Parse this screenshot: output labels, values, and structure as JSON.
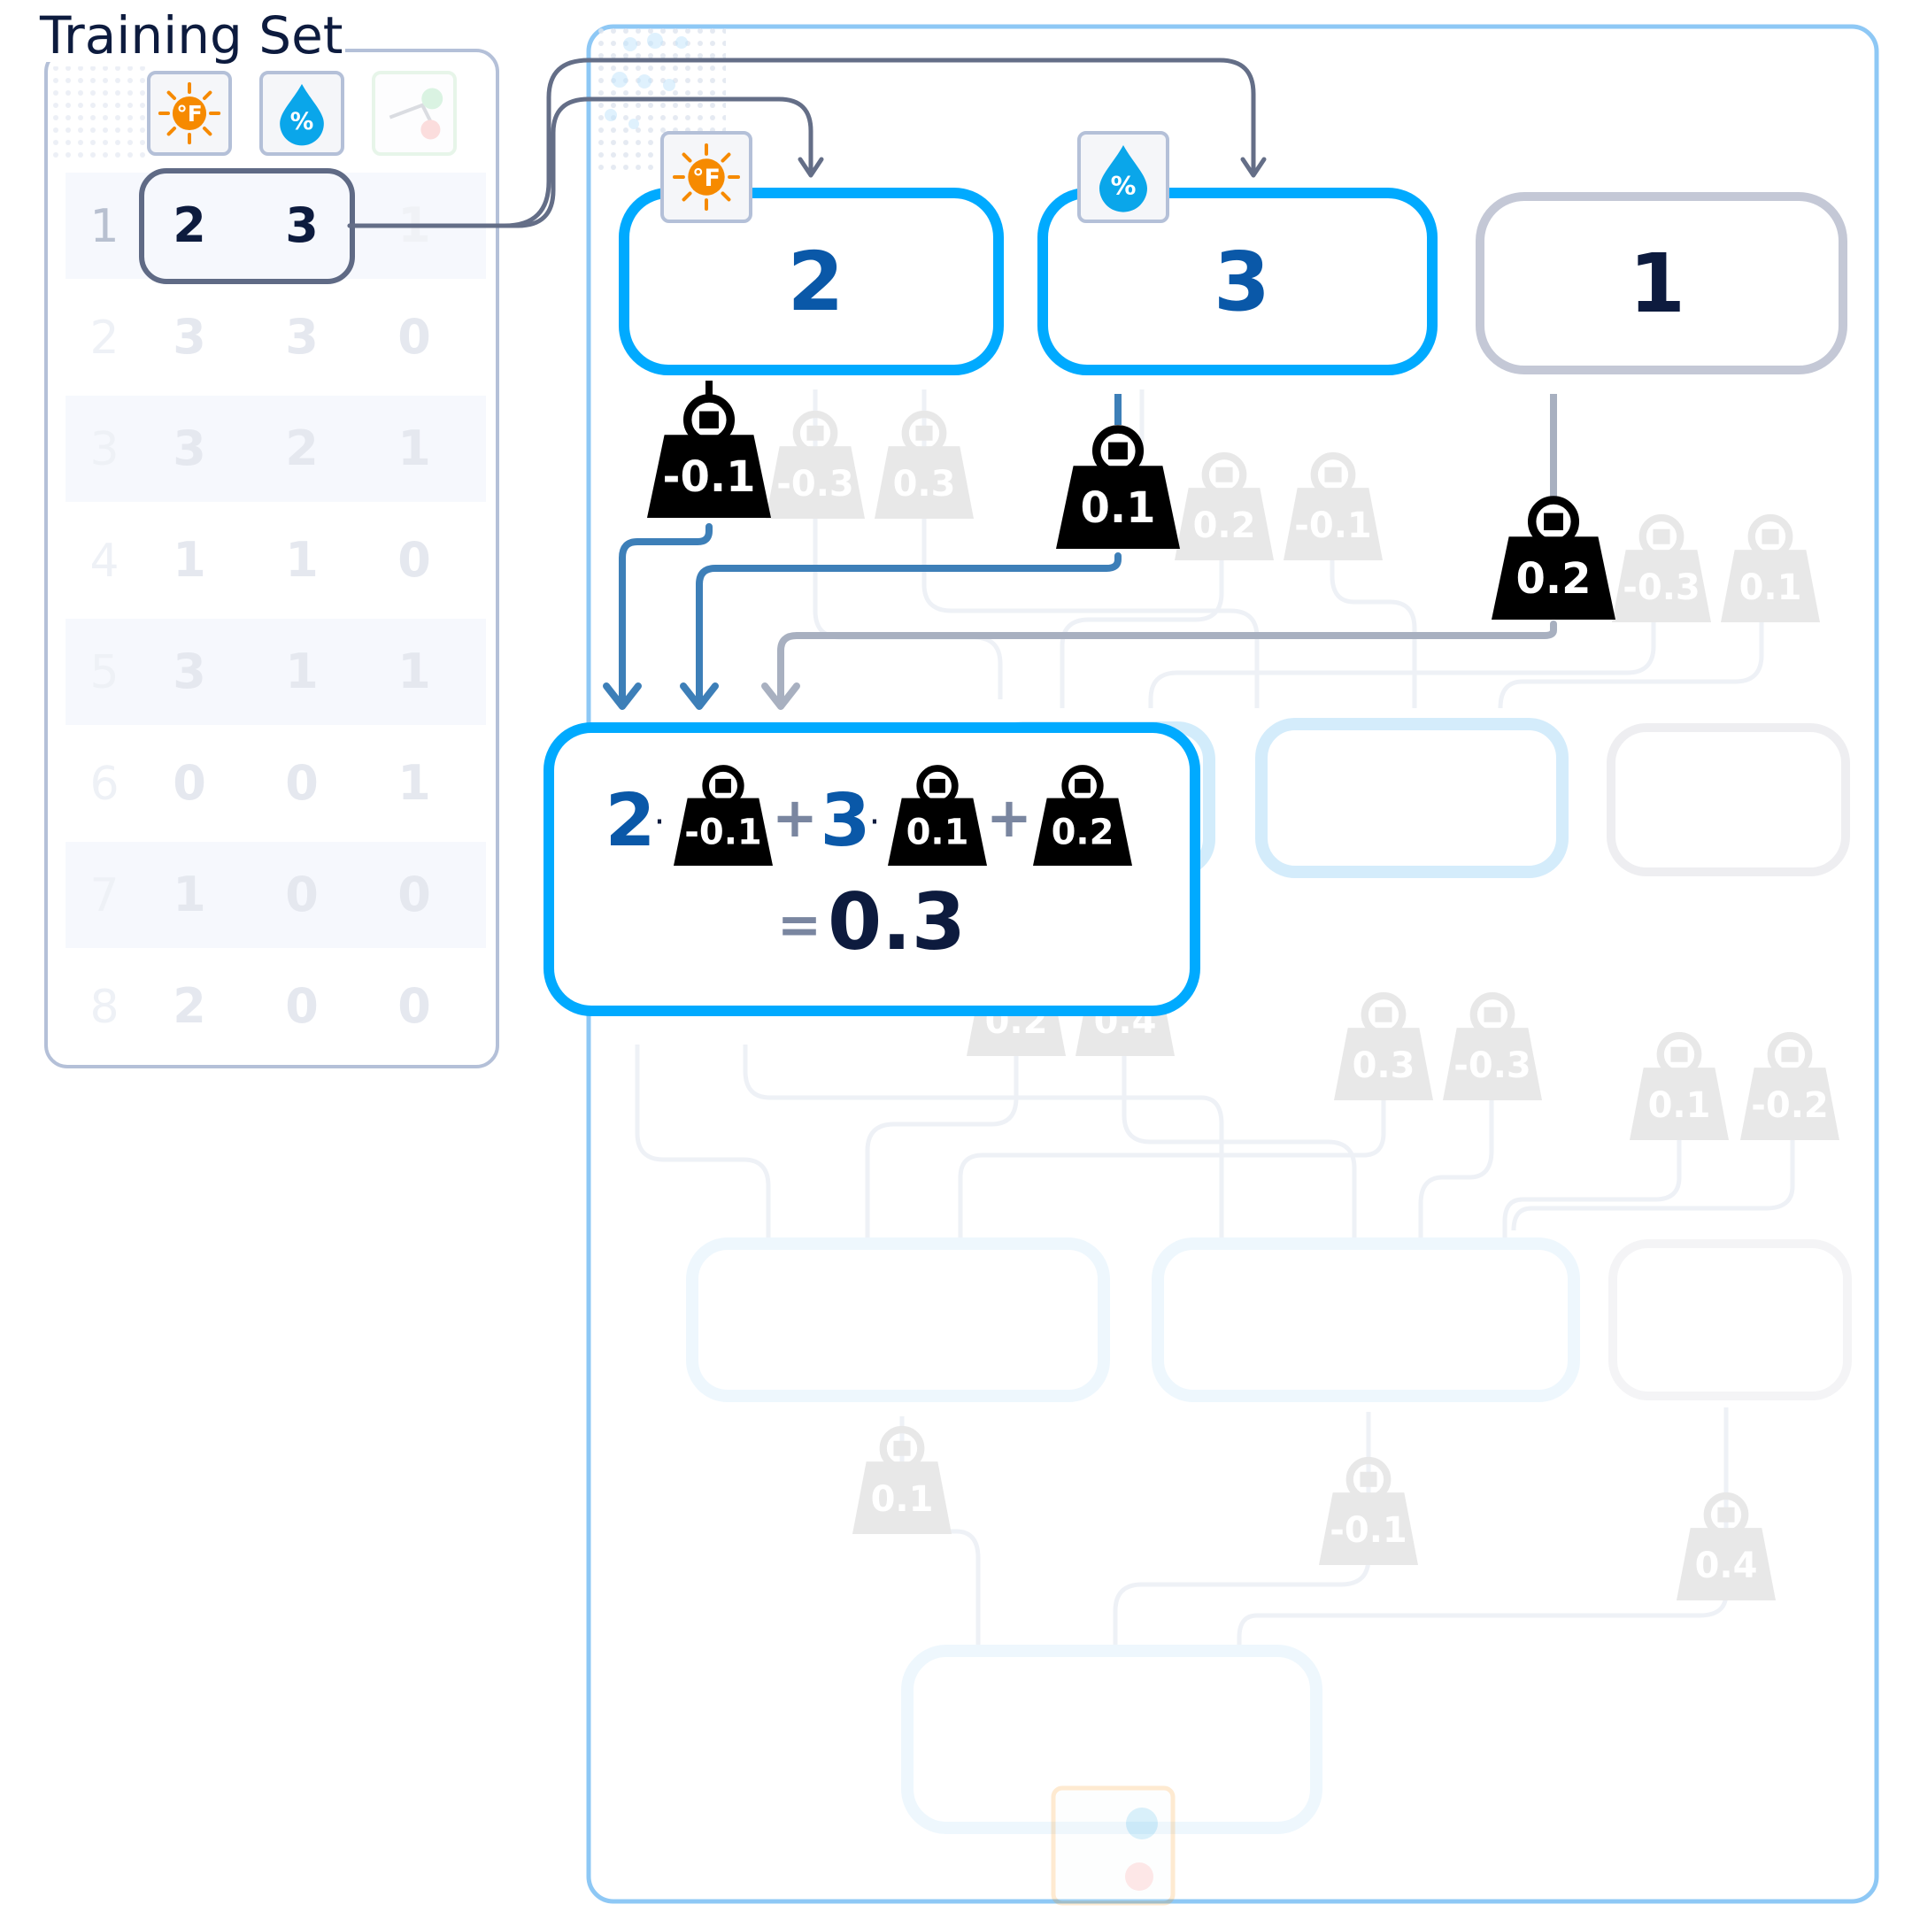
{
  "title": "Training Set",
  "training_set": {
    "header_icons": [
      "temperature-icon",
      "humidity-icon",
      "outcome-icon"
    ],
    "rows": [
      {
        "index": "1",
        "values": [
          "2",
          "3",
          "1"
        ]
      },
      {
        "index": "2",
        "values": [
          "3",
          "3",
          "0"
        ]
      },
      {
        "index": "3",
        "values": [
          "3",
          "2",
          "1"
        ]
      },
      {
        "index": "4",
        "values": [
          "1",
          "1",
          "0"
        ]
      },
      {
        "index": "5",
        "values": [
          "3",
          "1",
          "1"
        ]
      },
      {
        "index": "6",
        "values": [
          "0",
          "0",
          "1"
        ]
      },
      {
        "index": "7",
        "values": [
          "1",
          "0",
          "0"
        ]
      },
      {
        "index": "8",
        "values": [
          "2",
          "0",
          "0"
        ]
      }
    ],
    "selected_row": 0
  },
  "network": {
    "inputs": [
      {
        "value": "2",
        "icon": "temperature-icon",
        "active": true
      },
      {
        "value": "3",
        "icon": "humidity-icon",
        "active": true
      },
      {
        "value": "1",
        "icon": "",
        "active": false
      }
    ],
    "input_weights": [
      {
        "weights": [
          "-0.1",
          "-0.3",
          "0.3"
        ]
      },
      {
        "weights": [
          "0.1",
          "0.2",
          "-0.1"
        ]
      },
      {
        "weights": [
          "0.2",
          "-0.3",
          "0.1"
        ]
      }
    ],
    "equation": {
      "in1": "2",
      "w1": "-0.1",
      "in2": "3",
      "w2": "0.1",
      "w3": "0.2",
      "result": "0.3",
      "dot": "·",
      "plus": "+",
      "equals": "="
    },
    "hidden_weights": [
      {
        "weights": [
          "0.2",
          "0.4"
        ]
      },
      {
        "weights": [
          "0.3",
          "-0.3"
        ]
      },
      {
        "weights": [
          "0.1",
          "-0.2"
        ]
      }
    ],
    "second_layer_weights": [
      "0.1",
      "-0.1",
      "0.4"
    ]
  },
  "colors": {
    "active_blue": "#00aaff",
    "light_blue": "#d2ecfb",
    "faint_blue": "#eef7fd",
    "grey_box": "#c4c8d6",
    "faint_grey": "#eeeef1",
    "panel_border": "#8ec8f5",
    "table_border": "#b4c0d8",
    "connector": "#646e87",
    "arrow_blue": "#3d7fb8",
    "arrow_grey": "#a8b0c0",
    "weight_black": "#000000",
    "weight_faint": "#e8e8e8",
    "text_dark": "#0d1b3e",
    "text_blue": "#0a58a8",
    "orange": "#f68a00"
  }
}
